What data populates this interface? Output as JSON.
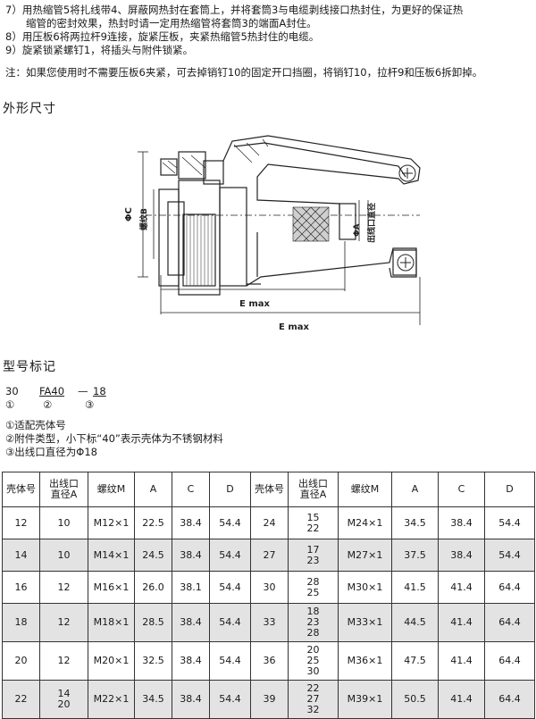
{
  "notes": [
    "7）用热缩管5将扎线带4、屏蔽网热封在套筒上，并将套筒3与电缆剥线接口热封住，为更好的保证热",
    "　　缩管的密封效果，热封时请一定用热缩管将套筒3的端面A封住。",
    "8）用压板6将两拉杆9连接，旋紧压板，夹紧热缩管5热封住的电缆。",
    "9）旋紧锁紧螺钉1，将插头与附件锁紧。"
  ],
  "note": "注：如果您使用时不需要压板6夹紧，可去掉销钉10的固定开口挡圈，将销钉10，拉杆9和压板6拆卸掉。",
  "section_outline": "外形尺寸",
  "drawing": {
    "phi_c": "ΦC",
    "thread_b": "螺纹B",
    "phi_a": "ΦA",
    "outlet_dia": "出线口直径",
    "e_max_inner": "E max",
    "e_max_outer": "E max"
  },
  "section_model": "型号标记",
  "model_code": {
    "p1": "30",
    "p2": "FA40",
    "dash": "—",
    "p3": "18"
  },
  "model_markers": {
    "m1": "①",
    "m2": "②",
    "m3": "③"
  },
  "legend": [
    "①适配壳体号",
    "②附件类型，小下标“40”表示壳体为不锈钢材料",
    "③出线口直径为Φ18"
  ],
  "table": {
    "headers": [
      "壳体号",
      "出线口\n直径A",
      "螺纹M",
      "A",
      "C",
      "D",
      "壳体号",
      "出线口\n直径A",
      "螺纹M",
      "A",
      "C",
      "D"
    ],
    "rows": [
      [
        "12",
        "10",
        "M12×1",
        "22.5",
        "38.4",
        "54.4",
        "24",
        "15\n22",
        "M24×1",
        "34.5",
        "38.4",
        "54.4"
      ],
      [
        "14",
        "10",
        "M14×1",
        "24.5",
        "38.4",
        "54.4",
        "27",
        "17\n23",
        "M27×1",
        "37.5",
        "38.4",
        "54.4"
      ],
      [
        "16",
        "12",
        "M16×1",
        "26.0",
        "38.1",
        "54.4",
        "30",
        "28\n25",
        "M30×1",
        "41.5",
        "41.4",
        "64.4"
      ],
      [
        "18",
        "12",
        "M18×1",
        "28.5",
        "38.4",
        "54.4",
        "33",
        "18\n23\n28",
        "M33×1",
        "44.5",
        "41.4",
        "64.4"
      ],
      [
        "20",
        "12",
        "M20×1",
        "32.5",
        "38.4",
        "54.4",
        "36",
        "20\n25\n30",
        "M36×1",
        "47.5",
        "41.4",
        "64.4"
      ],
      [
        "22",
        "14\n20",
        "M22×1",
        "34.5",
        "38.4",
        "54.4",
        "39",
        "22\n27\n32",
        "M39×1",
        "50.5",
        "41.4",
        "64.4"
      ]
    ]
  }
}
